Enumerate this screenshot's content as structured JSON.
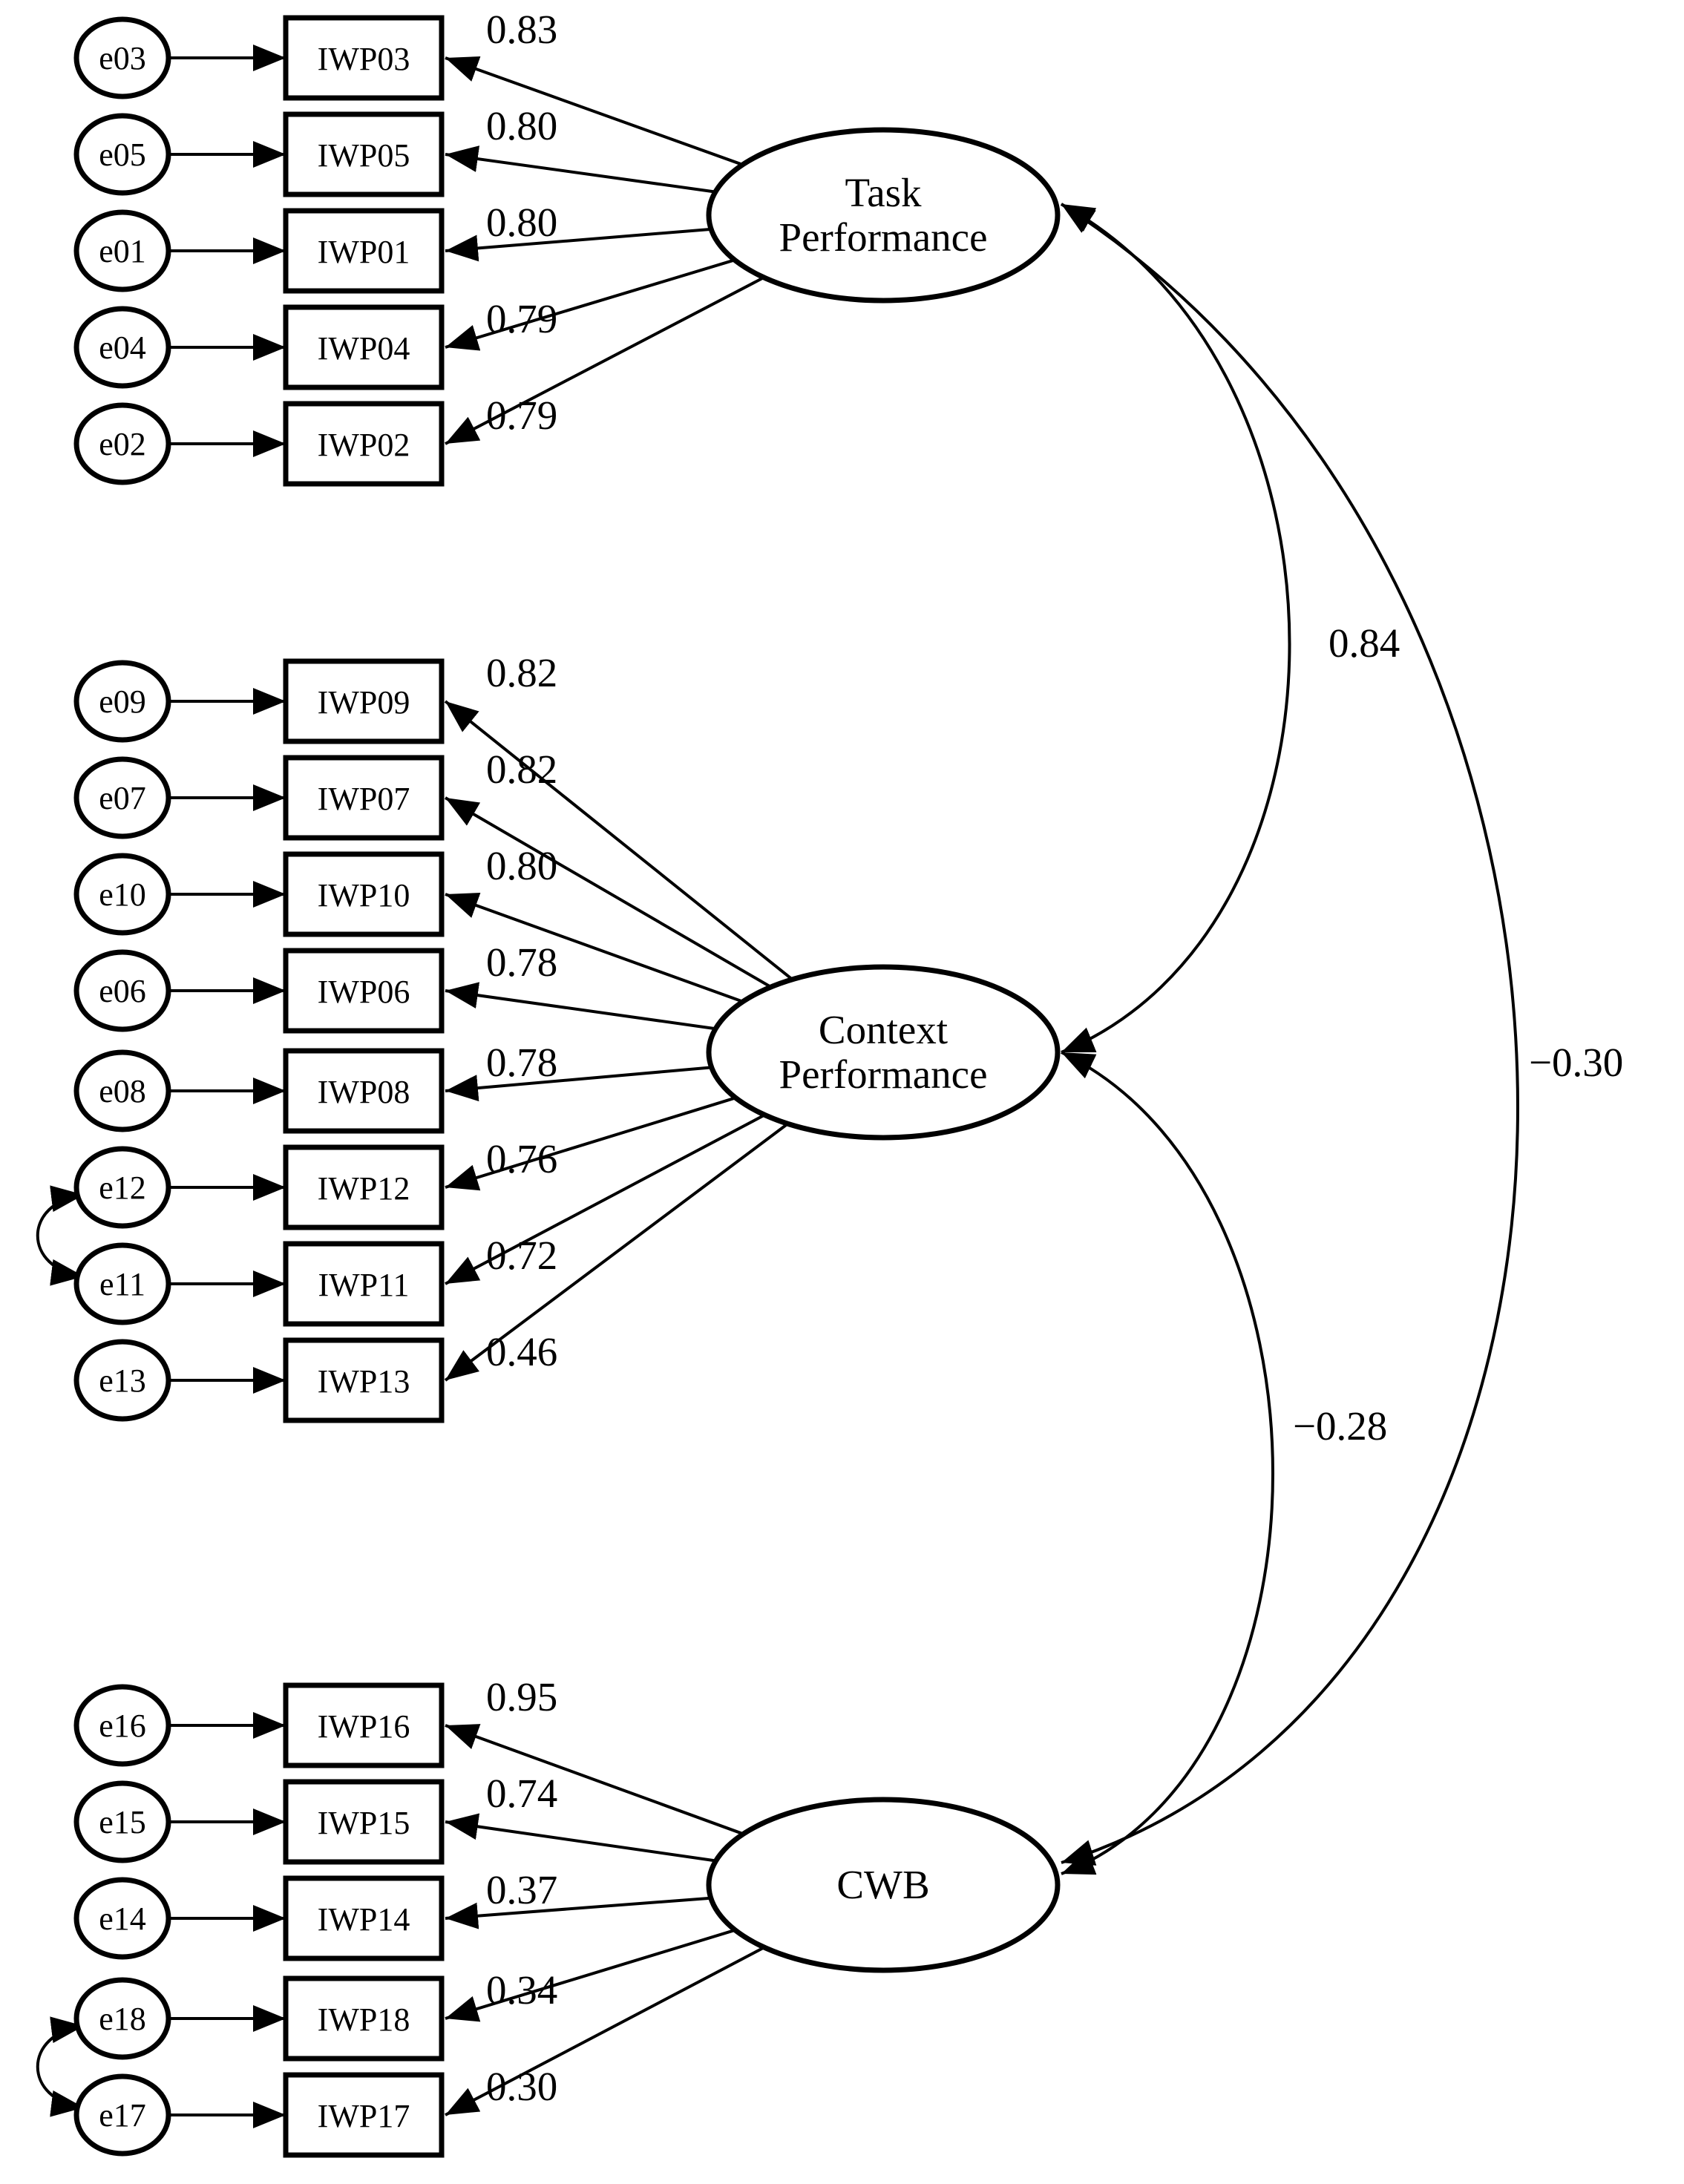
{
  "latents": [
    {
      "id": "task",
      "label_lines": [
        "Task",
        "Performance"
      ]
    },
    {
      "id": "context",
      "label_lines": [
        "Context",
        "Performance"
      ]
    },
    {
      "id": "cwb",
      "label_lines": [
        "CWB"
      ]
    }
  ],
  "indicators": [
    {
      "error": "e03",
      "item": "IWP03",
      "loading": "0.83",
      "factor": "task"
    },
    {
      "error": "e05",
      "item": "IWP05",
      "loading": "0.80",
      "factor": "task"
    },
    {
      "error": "e01",
      "item": "IWP01",
      "loading": "0.80",
      "factor": "task"
    },
    {
      "error": "e04",
      "item": "IWP04",
      "loading": "0.79",
      "factor": "task"
    },
    {
      "error": "e02",
      "item": "IWP02",
      "loading": "0.79",
      "factor": "task"
    },
    {
      "error": "e09",
      "item": "IWP09",
      "loading": "0.82",
      "factor": "context"
    },
    {
      "error": "e07",
      "item": "IWP07",
      "loading": "0.82",
      "factor": "context"
    },
    {
      "error": "e10",
      "item": "IWP10",
      "loading": "0.80",
      "factor": "context"
    },
    {
      "error": "e06",
      "item": "IWP06",
      "loading": "0.78",
      "factor": "context"
    },
    {
      "error": "e08",
      "item": "IWP08",
      "loading": "0.78",
      "factor": "context"
    },
    {
      "error": "e12",
      "item": "IWP12",
      "loading": "0.76",
      "factor": "context"
    },
    {
      "error": "e11",
      "item": "IWP11",
      "loading": "0.72",
      "factor": "context"
    },
    {
      "error": "e13",
      "item": "IWP13",
      "loading": "0.46",
      "factor": "context"
    },
    {
      "error": "e16",
      "item": "IWP16",
      "loading": "0.95",
      "factor": "cwb"
    },
    {
      "error": "e15",
      "item": "IWP15",
      "loading": "0.74",
      "factor": "cwb"
    },
    {
      "error": "e14",
      "item": "IWP14",
      "loading": "0.37",
      "factor": "cwb"
    },
    {
      "error": "e18",
      "item": "IWP18",
      "loading": "0.34",
      "factor": "cwb"
    },
    {
      "error": "e17",
      "item": "IWP17",
      "loading": "0.30",
      "factor": "cwb"
    }
  ],
  "latent_correlations": [
    {
      "from": "task",
      "to": "context",
      "value": "0.84"
    },
    {
      "from": "context",
      "to": "cwb",
      "value": "−0.28"
    },
    {
      "from": "task",
      "to": "cwb",
      "value": "−0.30"
    }
  ],
  "error_covariances": [
    {
      "a": "e12",
      "b": "e11"
    },
    {
      "a": "e18",
      "b": "e17"
    }
  ],
  "style": {
    "stroke": "#000000",
    "background": "#ffffff"
  }
}
